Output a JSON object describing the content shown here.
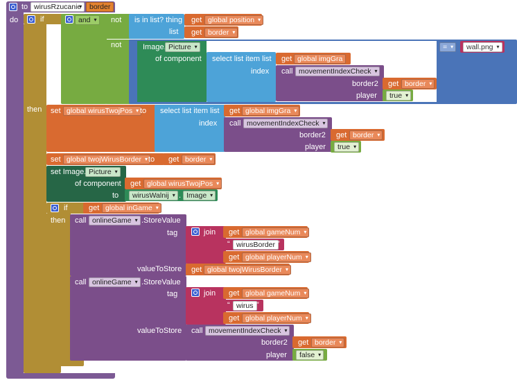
{
  "procedure": {
    "to_label": "to",
    "name": "wirusRzucanie",
    "param": "border",
    "do_label": "do"
  },
  "if1": {
    "if_label": "if",
    "then_label": "then"
  },
  "and_block": {
    "op": "and"
  },
  "not1": {
    "label": "not",
    "is_in_list": "is in list?  thing",
    "list_label": "list"
  },
  "get_position": {
    "get": "get",
    "var": "global position"
  },
  "get_border1": {
    "get": "get",
    "var": "border"
  },
  "not2": {
    "label": "not"
  },
  "compare": {
    "op": "="
  },
  "image_picture1": {
    "component": "Image.",
    "prop": "Picture",
    "of_component": "of component"
  },
  "select1": {
    "label": "select list item  list",
    "index_label": "index"
  },
  "get_imgGra1": {
    "get": "get",
    "var": "global imgGra"
  },
  "call1": {
    "call": "call",
    "proc": "movementIndexCheck",
    "border2": "border2",
    "player": "player"
  },
  "get_border2": {
    "get": "get",
    "var": "border"
  },
  "bool_true1": {
    "value": "true"
  },
  "wall_text": {
    "value": "wall.png"
  },
  "set1": {
    "set": "set",
    "var": "global wirusTwojPos",
    "to": "to"
  },
  "select2": {
    "label": "select list item  list",
    "index_label": "index"
  },
  "get_imgGra2": {
    "get": "get",
    "var": "global imgGra"
  },
  "call2": {
    "call": "call",
    "proc": "movementIndexCheck",
    "border2": "border2",
    "player": "player"
  },
  "get_border3": {
    "get": "get",
    "var": "border"
  },
  "bool_true2": {
    "value": "true"
  },
  "set2": {
    "set": "set",
    "var": "global twojWirusBorder",
    "to": "to"
  },
  "get_border4": {
    "get": "get",
    "var": "border"
  },
  "set_image": {
    "set": "set Image.",
    "prop": "Picture",
    "of_component": "of component",
    "to": "to"
  },
  "get_twojPos": {
    "get": "get",
    "var": "global wirusTwojPos"
  },
  "comp_block": {
    "name": "wirusWalnij",
    "dot": ".",
    "type": "Image"
  },
  "if2": {
    "if_label": "if",
    "then_label": "then"
  },
  "get_inGame": {
    "get": "get",
    "var": "global inGame"
  },
  "store1": {
    "call": "call",
    "comp": "onlineGame",
    "method": ".StoreValue",
    "tag": "tag",
    "value": "valueToStore"
  },
  "join1": {
    "label": "join"
  },
  "get_gameNum1": {
    "get": "get",
    "var": "global gameNum"
  },
  "text1": {
    "value": "wirusBorder"
  },
  "get_playerNum1": {
    "get": "get",
    "var": "global playerNum"
  },
  "get_twojBorder": {
    "get": "get",
    "var": "global twojWirusBorder"
  },
  "store2": {
    "call": "call",
    "comp": "onlineGame",
    "method": ".StoreValue",
    "tag": "tag",
    "value": "valueToStore"
  },
  "join2": {
    "label": "join"
  },
  "get_gameNum2": {
    "get": "get",
    "var": "global gameNum"
  },
  "text2": {
    "value": "wirus"
  },
  "get_playerNum2": {
    "get": "get",
    "var": "global playerNum"
  },
  "call3": {
    "call": "call",
    "proc": "movementIndexCheck",
    "border2": "border2",
    "player": "player"
  },
  "get_border5": {
    "get": "get",
    "var": "border"
  },
  "bool_false": {
    "value": "false"
  },
  "colors": {
    "procedure": "#7c5a94",
    "control": "#b18e35",
    "logic": "#77ab41",
    "list": "#4da3d8",
    "variable": "#d96a30",
    "component": "#2e8b57",
    "componentDark": "#266646",
    "text": "#b8335f",
    "mathCompare": "#4a74b8",
    "callProc": "#7b4e8a"
  }
}
